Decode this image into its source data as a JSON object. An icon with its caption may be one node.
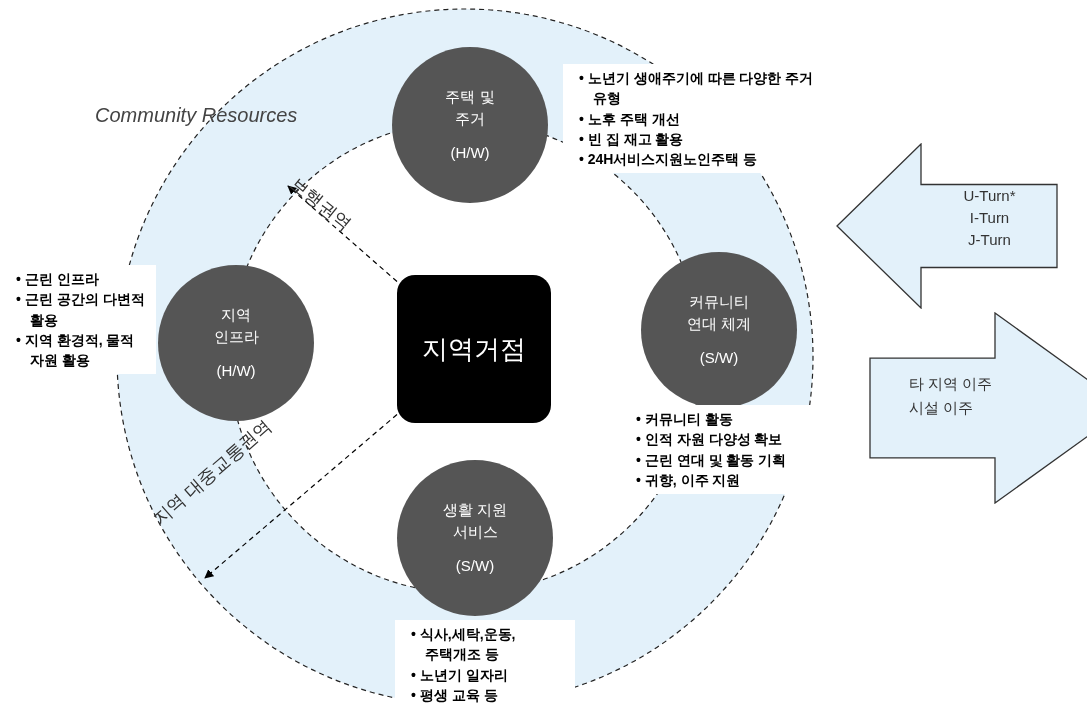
{
  "diagram": {
    "nodes": [
      {
        "text": [
          "주택 및 주거",
          "(H/W)"
        ],
        "beside": [
          "• 노년기 생애주기에 따른 다양한 주거 유형",
          "• 노후 주택 개선",
          "• 빈 집 재고 활용",
          "• 24H서비스지원노인주택 등"
        ]
      },
      {
        "text": [
          "지역 인프라",
          "(H/W)"
        ],
        "beside": [
          "• 근린 인프라",
          "• 근린 공간의 다변적 활용",
          "• 지역 환경적, 물적 자원 활용"
        ]
      },
      {
        "text": [
          "지역거점"
        ]
      },
      {
        "text": [
          "커뮤니티 연대 체계",
          "(S/W)"
        ],
        "beside": [
          "• 커뮤니티 활동",
          "• 인적 자원 다양성 확보",
          "• 근린 연대 및 활동 기획",
          "• 귀향, 이주 지원"
        ]
      },
      {
        "text": [
          "U-Turn*",
          "I-Turn",
          "J-Turn"
        ]
      },
      {
        "text": [
          "타 지역 이주",
          "시설 이주"
        ]
      },
      {
        "text": [
          "생활 지원 서비스",
          "(S/W)"
        ],
        "beside": [
          "• 식사,세탁,운동, 주택개조 등",
          "• 노년기 일자리",
          "• 평생 교육 등"
        ]
      }
    ],
    "edges": [
      {
        "from": 2,
        "to": null,
        "arrow": "to",
        "label": "보행권역",
        "style": "dashed"
      },
      {
        "from": 2,
        "to": null,
        "arrow": "to",
        "label": "지역 대중교통권역",
        "style": "dashed"
      }
    ],
    "labels": [
      "Community Resources"
    ]
  }
}
